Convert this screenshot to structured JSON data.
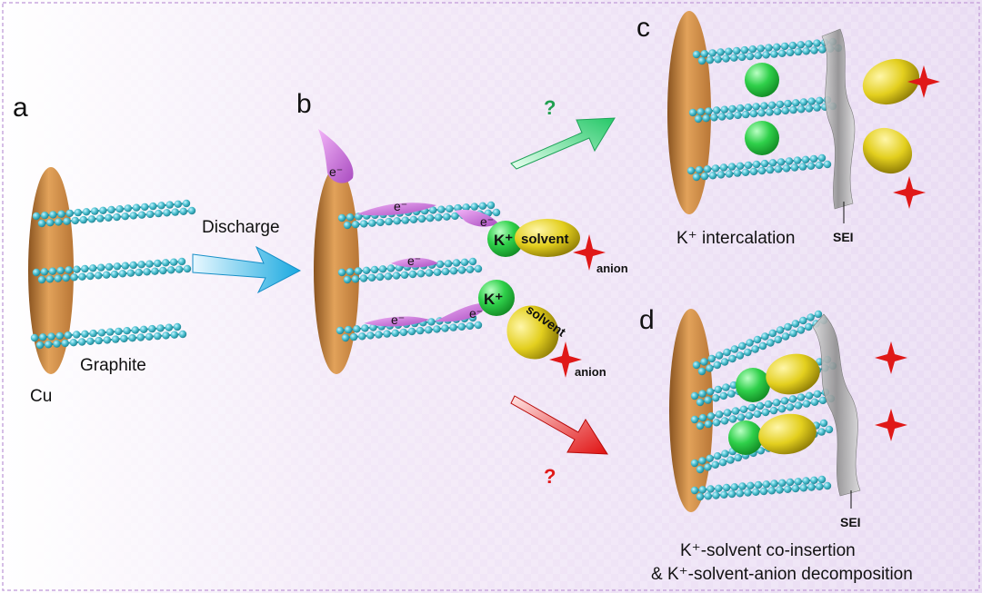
{
  "panels": {
    "a": {
      "letter": "a",
      "graphite_label": "Graphite",
      "cu_label": "Cu"
    },
    "b": {
      "letter": "b",
      "arrow_label": "Discharge",
      "electron": "e⁻",
      "k_ion": "K⁺",
      "solvent": "solvent",
      "anion": "anion"
    },
    "c": {
      "letter": "c",
      "question": "?",
      "caption": "K⁺ intercalation",
      "sei": "SEI"
    },
    "d": {
      "letter": "d",
      "question": "?",
      "caption_line1": "K⁺-solvent co-insertion",
      "caption_line2": "& K⁺-solvent-anion decomposition",
      "sei": "SEI"
    }
  },
  "colors": {
    "background_tint": "#efe2f6",
    "border": "#c9a8dd",
    "copper": "#d9954a",
    "graphite": "#4cc0d0",
    "electron": "#c86ad8",
    "k_ion": "#2fd04a",
    "solvent": "#e3cf1e",
    "anion": "#e01818",
    "arrow_blue": "#2ab8e8",
    "arrow_green": "#2fd07a",
    "arrow_red": "#e01818"
  }
}
